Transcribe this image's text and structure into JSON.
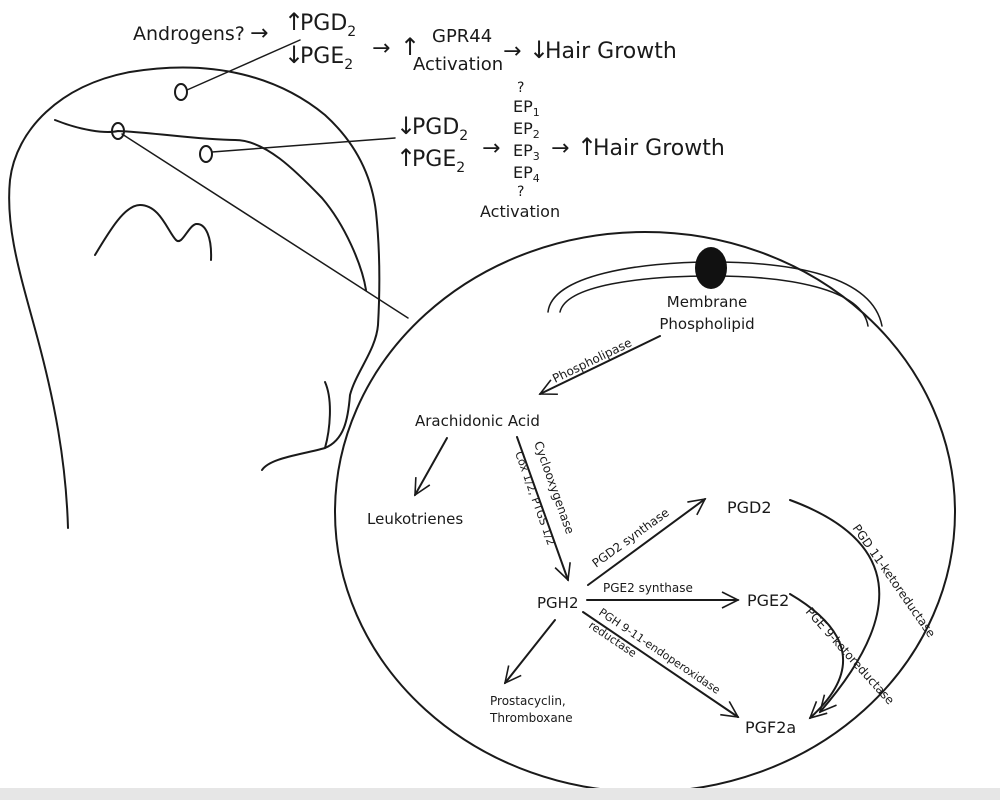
{
  "top": {
    "androgens": "Androgens?",
    "up_arrow": "↑",
    "down_arrow": "↓",
    "right_arrow": "→",
    "pgd": "PGD",
    "pge": "PGE",
    "sub2": "2",
    "gpr44": "GPR44",
    "activation": "Activation",
    "hair_growth": "Hair Growth",
    "q": "?",
    "ep": "EP",
    "ep_subs": [
      "1",
      "2",
      "3",
      "4"
    ]
  },
  "pathway": {
    "membrane": "Membrane",
    "phospholipid": "Phospholipid",
    "phospholipase": "Phospholipase",
    "arachidonic": "Arachidonic Acid",
    "leukotrienes": "Leukotrienes",
    "cox1": "Cyclooxygenase",
    "cox2": "Cox 1/2, PTGS 1/2",
    "pgd2_synthase": "PGD2 synthase",
    "pge2_synthase": "PGE2 synthase",
    "pgh_endo1": "PGH 9-11-endoperoxidase",
    "pgh_endo2": "reductase",
    "pgh2": "PGH2",
    "pgd2": "PGD2",
    "pge2": "PGE2",
    "pgf2a": "PGF2a",
    "prostacyclin": "Prostacyclin,",
    "thromboxane": "Thromboxane",
    "pgd_keto": "PGD 11-ketoreductase",
    "pge_keto": "PGE 9-ketoreductase"
  }
}
